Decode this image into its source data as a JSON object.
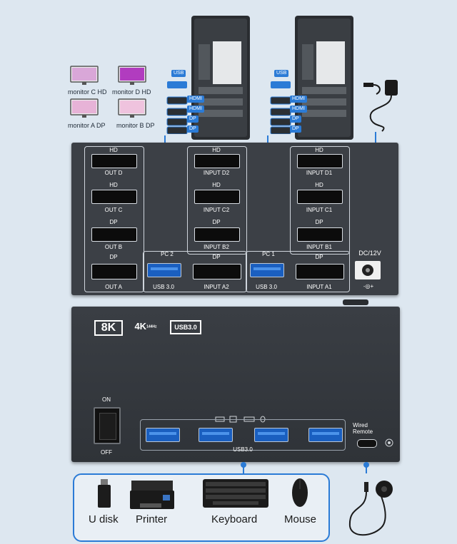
{
  "monitors": {
    "c": "monitor C HD",
    "d": "monitor D HD",
    "a": "monitor A DP",
    "b": "monitor B DP"
  },
  "pc_tags": {
    "usb": "USB",
    "hdmi": "HDMI",
    "dp": "DP"
  },
  "back_panel": {
    "out_labels": [
      "OUT D",
      "OUT C",
      "OUT B",
      "OUT A"
    ],
    "out_types": [
      "HD",
      "HD",
      "DP",
      "DP"
    ],
    "pc2": {
      "title": "PC 2",
      "usb": "USB 3.0",
      "inputs": [
        "INPUT D2",
        "INPUT C2",
        "INPUT B2",
        "INPUT A2"
      ],
      "types": [
        "HD",
        "HD",
        "DP",
        "DP"
      ]
    },
    "pc1": {
      "title": "PC 1",
      "usb": "USB 3.0",
      "inputs": [
        "INPUT D1",
        "INPUT C1",
        "INPUT B1",
        "INPUT A1"
      ],
      "types": [
        "HD",
        "HD",
        "DP",
        "DP"
      ]
    },
    "power": "DC/12V",
    "polarity": "-◎+"
  },
  "front_panel": {
    "badges": {
      "eightk": "8K",
      "fourk": "4K",
      "fourk_sub": "144Hz",
      "usb": "USB3.0"
    },
    "switch_on": "ON",
    "switch_off": "OFF",
    "usb_label": "USB3.0",
    "wired_remote": "Wired\nRemote"
  },
  "devices": [
    "U disk",
    "Printer",
    "Keyboard",
    "Mouse"
  ],
  "colors": {
    "accent": "#2b7bd6",
    "panel": "#3e4349",
    "background": "#dde7f0"
  }
}
